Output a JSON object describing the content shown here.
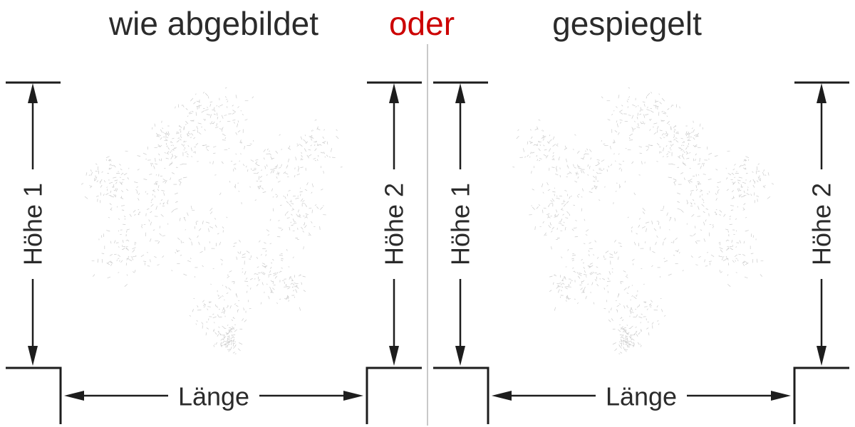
{
  "header": {
    "option_left": "wie abgebildet",
    "connector": "oder",
    "option_right": "gespiegelt"
  },
  "panels": {
    "left": {
      "hoehe1": "Höhe 1",
      "hoehe2": "Höhe 2",
      "laenge": "Länge"
    },
    "right": {
      "hoehe1": "Höhe 1",
      "hoehe2": "Höhe 2",
      "laenge": "Länge"
    }
  },
  "colors": {
    "connector": "#cc0000",
    "text": "#2b2b2b",
    "line": "#1d1d1d",
    "sketch": "#9a9a9a"
  }
}
